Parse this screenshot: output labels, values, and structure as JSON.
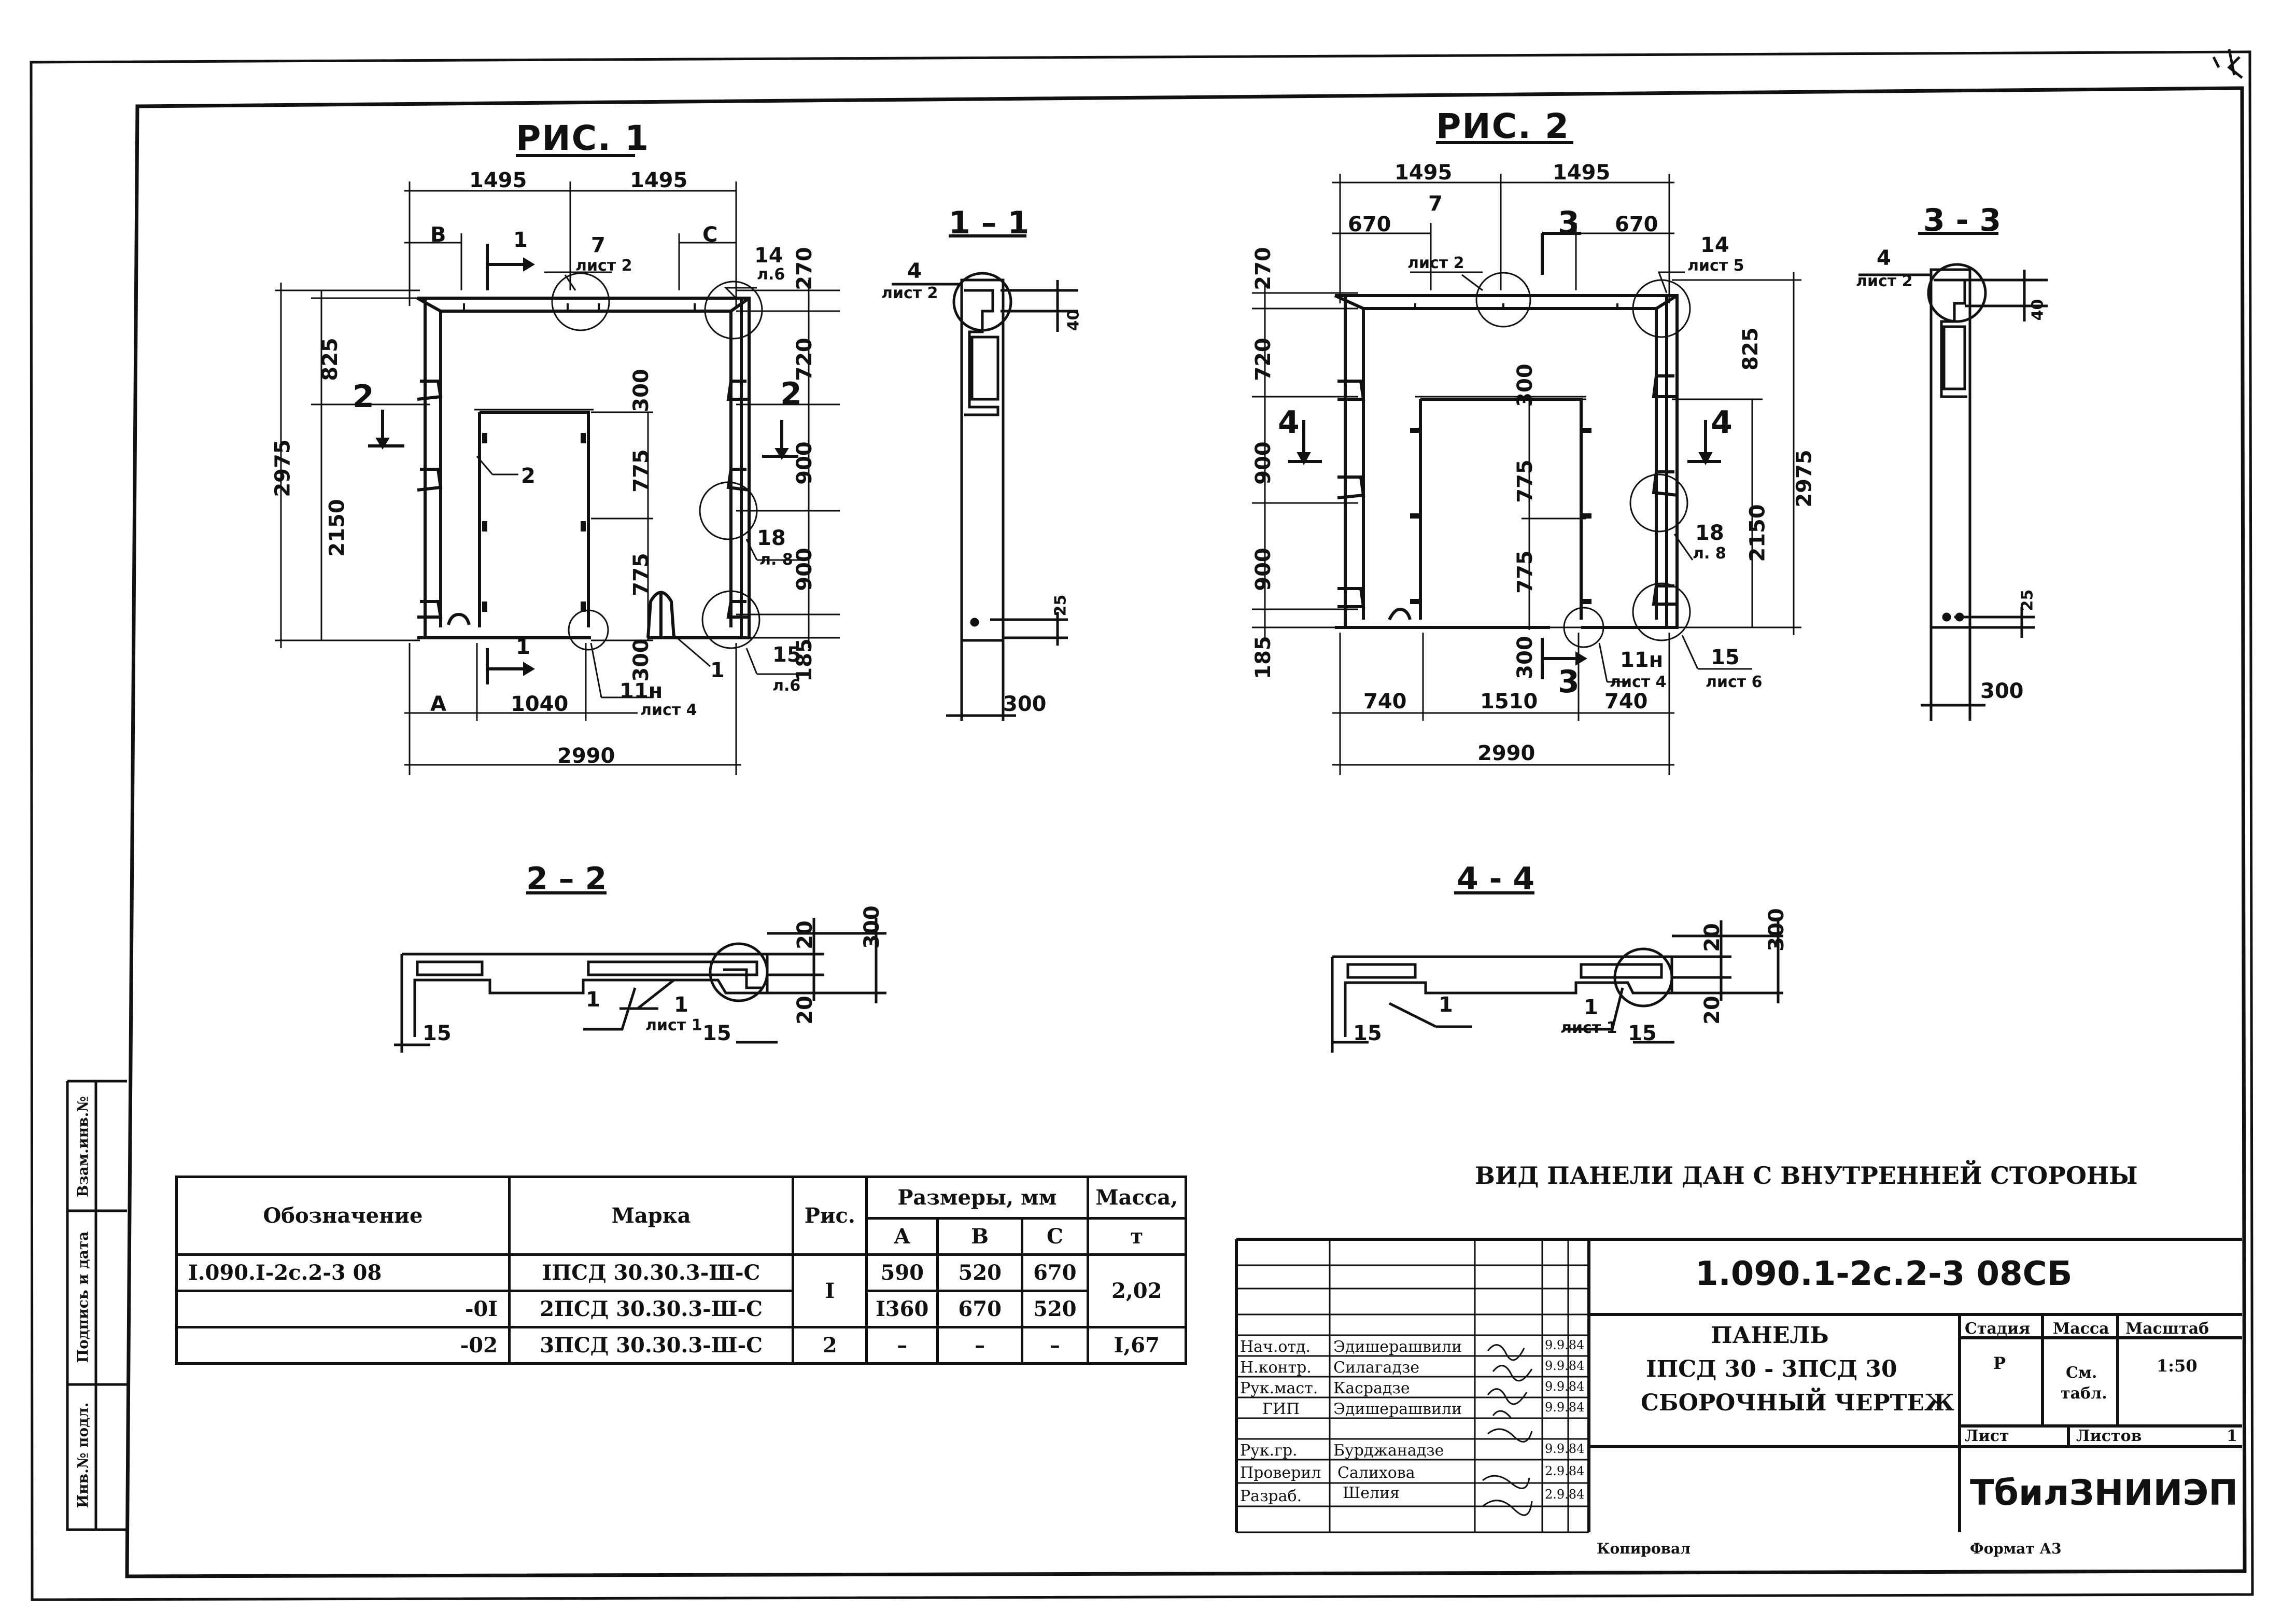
{
  "drawing": {
    "fig1_title": "РИС. 1",
    "fig2_title": "РИС. 2",
    "sec_1_1": "1 – 1",
    "sec_2_2": "2 – 2",
    "sec_3_3": "3 - 3",
    "sec_4_4": "4 - 4",
    "note": "ВИД ПАНЕЛИ ДАН С ВНУТРЕННЕЙ СТОРОНЫ",
    "fig1": {
      "d1495a": "1495",
      "d1495b": "1495",
      "dB": "B",
      "dC": "C",
      "d2975": "2975",
      "d825": "825",
      "d2150": "2150",
      "d720": "720",
      "d900a": "900",
      "d900b": "900",
      "d270": "270",
      "d300a": "300",
      "d775a": "775",
      "d775b": "775",
      "d300b": "300",
      "d185": "185",
      "dA": "A",
      "d1040": "1040",
      "d2990": "2990",
      "m7": "7",
      "l7": "лист 2",
      "m14": "14",
      "l14": "л.6",
      "m18": "18",
      "l18": "л. 8",
      "m15": "15",
      "l15": "л.6",
      "m11": "11н",
      "l11": "лист 4",
      "m2": "2",
      "m1": "1",
      "c1a": "1",
      "c1b": "1",
      "c2a": "2",
      "c2b": "2"
    },
    "fig2": {
      "d1495a": "1495",
      "d1495b": "1495",
      "d670a": "670",
      "d670b": "670",
      "d270": "270",
      "d720": "720",
      "d900a": "900",
      "d900b": "900",
      "d185": "185",
      "d825": "825",
      "d2975": "2975",
      "d2150": "2150",
      "d300a": "300",
      "d775a": "775",
      "d775b": "775",
      "d300b": "300",
      "d740a": "740",
      "d1510": "1510",
      "d740b": "740",
      "d2990": "2990",
      "m7": "7",
      "l7": "лист 2",
      "m14": "14",
      "l14": "лист 5",
      "m18": "18",
      "l18": "л. 8",
      "m15": "15",
      "l15": "лист 6",
      "m11": "11н",
      "l11": "лист 4",
      "c3a": "3",
      "c3b": "3",
      "c4a": "4",
      "c4b": "4"
    },
    "s11": {
      "m4": "4",
      "l4": "лист 2",
      "d40": "40",
      "d25": "25",
      "d300": "300"
    },
    "s33": {
      "m4": "4",
      "l4": "лист 2",
      "d40": "40",
      "d25": "25",
      "d300": "300"
    },
    "s22": {
      "d20a": "20",
      "d20b": "20",
      "d300": "300",
      "d15a": "15",
      "d15b": "15",
      "m1": "1",
      "m1b": "1",
      "l1": "лист 1"
    },
    "s44": {
      "d20a": "20",
      "d20b": "20",
      "d300": "300",
      "d15a": "15",
      "d15b": "15",
      "m1": "1",
      "m1b": "1",
      "l1": "лист 1"
    }
  },
  "spec_table": {
    "h_designation": "Обозначение",
    "h_mark": "Марка",
    "h_fig": "Рис.",
    "h_sizes": "Размеры, мм",
    "h_A": "А",
    "h_B": "В",
    "h_C": "С",
    "h_mass": "Масса,",
    "h_mass_unit": "т",
    "rows": [
      {
        "designation": "I.090.I-2с.2-3 08",
        "mark": "IПСД 30.30.3-Ш-С",
        "fig": "I",
        "A": "590",
        "B": "520",
        "C": "670",
        "mass": "2,02"
      },
      {
        "designation": "-0I",
        "mark": "2ПСД 30.30.3-Ш-С",
        "fig": "",
        "A": "I360",
        "B": "670",
        "C": "520",
        "mass": ""
      },
      {
        "designation": "-02",
        "mark": "3ПСД 30.30.3-Ш-С",
        "fig": "2",
        "A": "–",
        "B": "–",
        "C": "–",
        "mass": "I,67"
      }
    ]
  },
  "title_block": {
    "doc_code": "1.090.1-2с.2-3 08СБ",
    "title_l1": "ПАНЕЛЬ",
    "title_l2": "IПСД 30 - 3ПСД 30",
    "title_l3": "СБОРОЧНЫЙ  ЧЕРТЕЖ",
    "stage_h": "Стадия",
    "mass_h": "Масса",
    "scale_h": "Масштаб",
    "stage_v": "Р",
    "mass_v1": "См.",
    "mass_v2": "табл.",
    "scale_v": "1:50",
    "sheet_h": "Лист",
    "sheets_h": "Листов",
    "sheets_v": "1",
    "org": "ТбилЗНИИЭП",
    "copied": "Копировал",
    "format": "Формат А3",
    "people": [
      {
        "role": "Нач.отд.",
        "name": "Эдишерашвили",
        "date": "9.9.84"
      },
      {
        "role": "Н.контр.",
        "name": "Силагадзе",
        "date": "9.9.84"
      },
      {
        "role": "Рук.маст.",
        "name": "Касрадзе",
        "date": "9.9.84"
      },
      {
        "role": "ГИП",
        "name": "Эдишерашвили",
        "date": "9.9.84"
      },
      {
        "role": "Рук.гр.",
        "name": "Бурджанадзе",
        "date": "9.9.84"
      },
      {
        "role": "Проверил",
        "name": "Салихова",
        "date": "2.9.84"
      },
      {
        "role": "Разраб.",
        "name": "Шелия",
        "date": "2.9.84"
      }
    ]
  },
  "side_stamp": {
    "inv_orig": "Инв.№ подл.",
    "sign_date": "Подпись и дата",
    "inv_dup": "Взам.инв.№"
  }
}
